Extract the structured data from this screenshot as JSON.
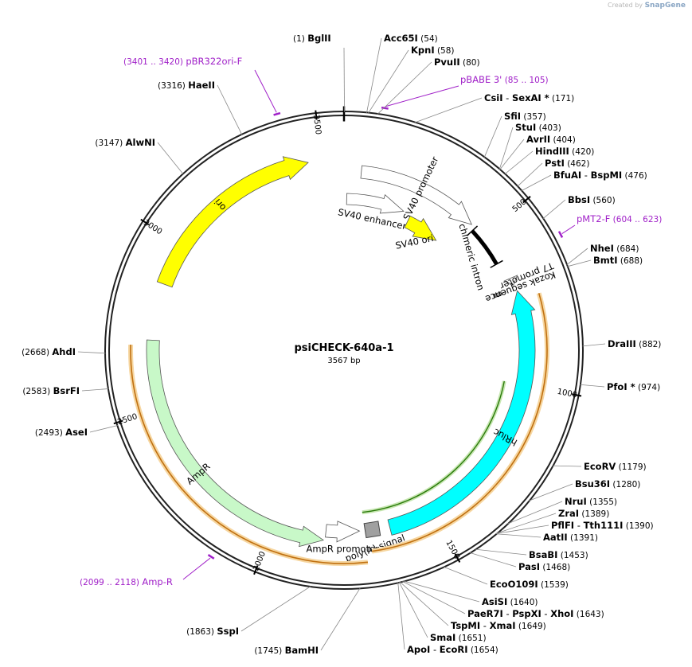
{
  "credit": {
    "prefix": "Created by",
    "brand": "SnapGene"
  },
  "plasmid": {
    "name": "psiCHECK-640a-1",
    "size_label": "3567 bp",
    "length": 3567
  },
  "ticks": [
    {
      "label": "500",
      "bp": 500
    },
    {
      "label": "1000",
      "bp": 1000
    },
    {
      "label": "1500",
      "bp": 1500
    },
    {
      "label": "2000",
      "bp": 2000
    },
    {
      "label": "2500",
      "bp": 2500
    },
    {
      "label": "3000",
      "bp": 3000
    },
    {
      "label": "3500",
      "bp": 3500
    }
  ],
  "features": [
    {
      "name": "SV40 promoter",
      "color": "#ffffff",
      "start": 55,
      "end": 450
    },
    {
      "name": "SV40 enhancer",
      "color": "#ffffff",
      "start": 10,
      "end": 230
    },
    {
      "name": "SV40 ori",
      "color": "#ffff00",
      "start": 260,
      "end": 396
    },
    {
      "name": "chimeric intron",
      "color": "#000000",
      "start": 466,
      "end": 600
    },
    {
      "name": "T7 promoter",
      "color": "#ffffff",
      "start": 660,
      "end": 683
    },
    {
      "name": "Kozak sequence",
      "color": "#a0a0a0",
      "start": 690,
      "end": 700
    },
    {
      "name": "hRluc",
      "color": "#00ffff",
      "start": 704,
      "end": 1640
    },
    {
      "name": "poly(A) signal",
      "color": "#a0a0a0",
      "start": 1670,
      "end": 1720
    },
    {
      "name": "AmpR promoter",
      "color": "#ffffff",
      "start": 1735,
      "end": 1840
    },
    {
      "name": "AmpR",
      "color": "#c8f8c8",
      "start": 1845,
      "end": 2705
    },
    {
      "name": "ori",
      "color": "#ffff00",
      "start": 2875,
      "end": 3460
    }
  ],
  "enzymes": [
    {
      "name": "BglII",
      "pos": "(1)",
      "bp": 1
    },
    {
      "name": "Acc65I",
      "pos": "(54)",
      "bp": 54
    },
    {
      "name": "KpnI",
      "pos": "(58)",
      "bp": 58
    },
    {
      "name": "PvuII",
      "pos": "(80)",
      "bp": 80
    },
    {
      "name": "CsiI",
      "name2": "SexAI *",
      "pos": "(171)",
      "bp": 171
    },
    {
      "name": "SfiI",
      "pos": "(357)",
      "bp": 357
    },
    {
      "name": "StuI",
      "pos": "(403)",
      "bp": 403
    },
    {
      "name": "AvrII",
      "pos": "(404)",
      "bp": 404
    },
    {
      "name": "HindIII",
      "pos": "(420)",
      "bp": 420
    },
    {
      "name": "PstI",
      "pos": "(462)",
      "bp": 462
    },
    {
      "name": "BfuAI",
      "name2": "BspMI",
      "pos": "(476)",
      "bp": 476
    },
    {
      "name": "BbsI",
      "pos": "(560)",
      "bp": 560
    },
    {
      "name": "NheI",
      "pos": "(684)",
      "bp": 684
    },
    {
      "name": "BmtI",
      "pos": "(688)",
      "bp": 688
    },
    {
      "name": "DraIII",
      "pos": "(882)",
      "bp": 882
    },
    {
      "name": "PfoI *",
      "pos": "(974)",
      "bp": 974
    },
    {
      "name": "EcoRV",
      "pos": "(1179)",
      "bp": 1179
    },
    {
      "name": "Bsu36I",
      "pos": "(1280)",
      "bp": 1280
    },
    {
      "name": "NruI",
      "pos": "(1355)",
      "bp": 1355
    },
    {
      "name": "ZraI",
      "pos": "(1389)",
      "bp": 1389
    },
    {
      "name": "PflFI",
      "name2": "Tth111I",
      "pos": "(1390)",
      "bp": 1390
    },
    {
      "name": "AatII",
      "pos": "(1391)",
      "bp": 1391
    },
    {
      "name": "BsaBI",
      "pos": "(1453)",
      "bp": 1453
    },
    {
      "name": "PasI",
      "pos": "(1468)",
      "bp": 1468
    },
    {
      "name": "EcoO109I",
      "pos": "(1539)",
      "bp": 1539
    },
    {
      "name": "AsiSI",
      "pos": "(1640)",
      "bp": 1640
    },
    {
      "name": "PaeR7I",
      "name2": "PspXI",
      "name3": "XhoI",
      "pos": "(1643)",
      "bp": 1643
    },
    {
      "name": "TspMI",
      "name2": "XmaI",
      "pos": "(1649)",
      "bp": 1649
    },
    {
      "name": "SmaI",
      "pos": "(1651)",
      "bp": 1651
    },
    {
      "name": "ApoI",
      "name2": "EcoRI",
      "pos": "(1654)",
      "bp": 1654
    },
    {
      "name": "BamHI",
      "pos": "(1745)",
      "bp": 1745
    },
    {
      "name": "SspI",
      "pos": "(1863)",
      "bp": 1863
    },
    {
      "name": "AseI",
      "pos": "(2493)",
      "bp": 2493
    },
    {
      "name": "BsrFI",
      "pos": "(2583)",
      "bp": 2583
    },
    {
      "name": "AhdI",
      "pos": "(2668)",
      "bp": 2668
    },
    {
      "name": "AlwNI",
      "pos": "(3147)",
      "bp": 3147
    },
    {
      "name": "HaeII",
      "pos": "(3316)",
      "bp": 3316
    }
  ],
  "primers": [
    {
      "name": "pBR322ori-F",
      "range": "(3401 .. 3420)",
      "bp": 3410
    },
    {
      "name": "pBABE 3'",
      "range": "(85 .. 105)",
      "bp": 95
    },
    {
      "name": "pMT2-F",
      "range": "(604 .. 623)",
      "bp": 613
    },
    {
      "name": "Amp-R",
      "range": "(2099 .. 2118)",
      "bp": 2108
    }
  ],
  "colors": {
    "primer": "#a020c8",
    "orf": "#f0a020",
    "orf_inner": "#3a9a1a"
  }
}
